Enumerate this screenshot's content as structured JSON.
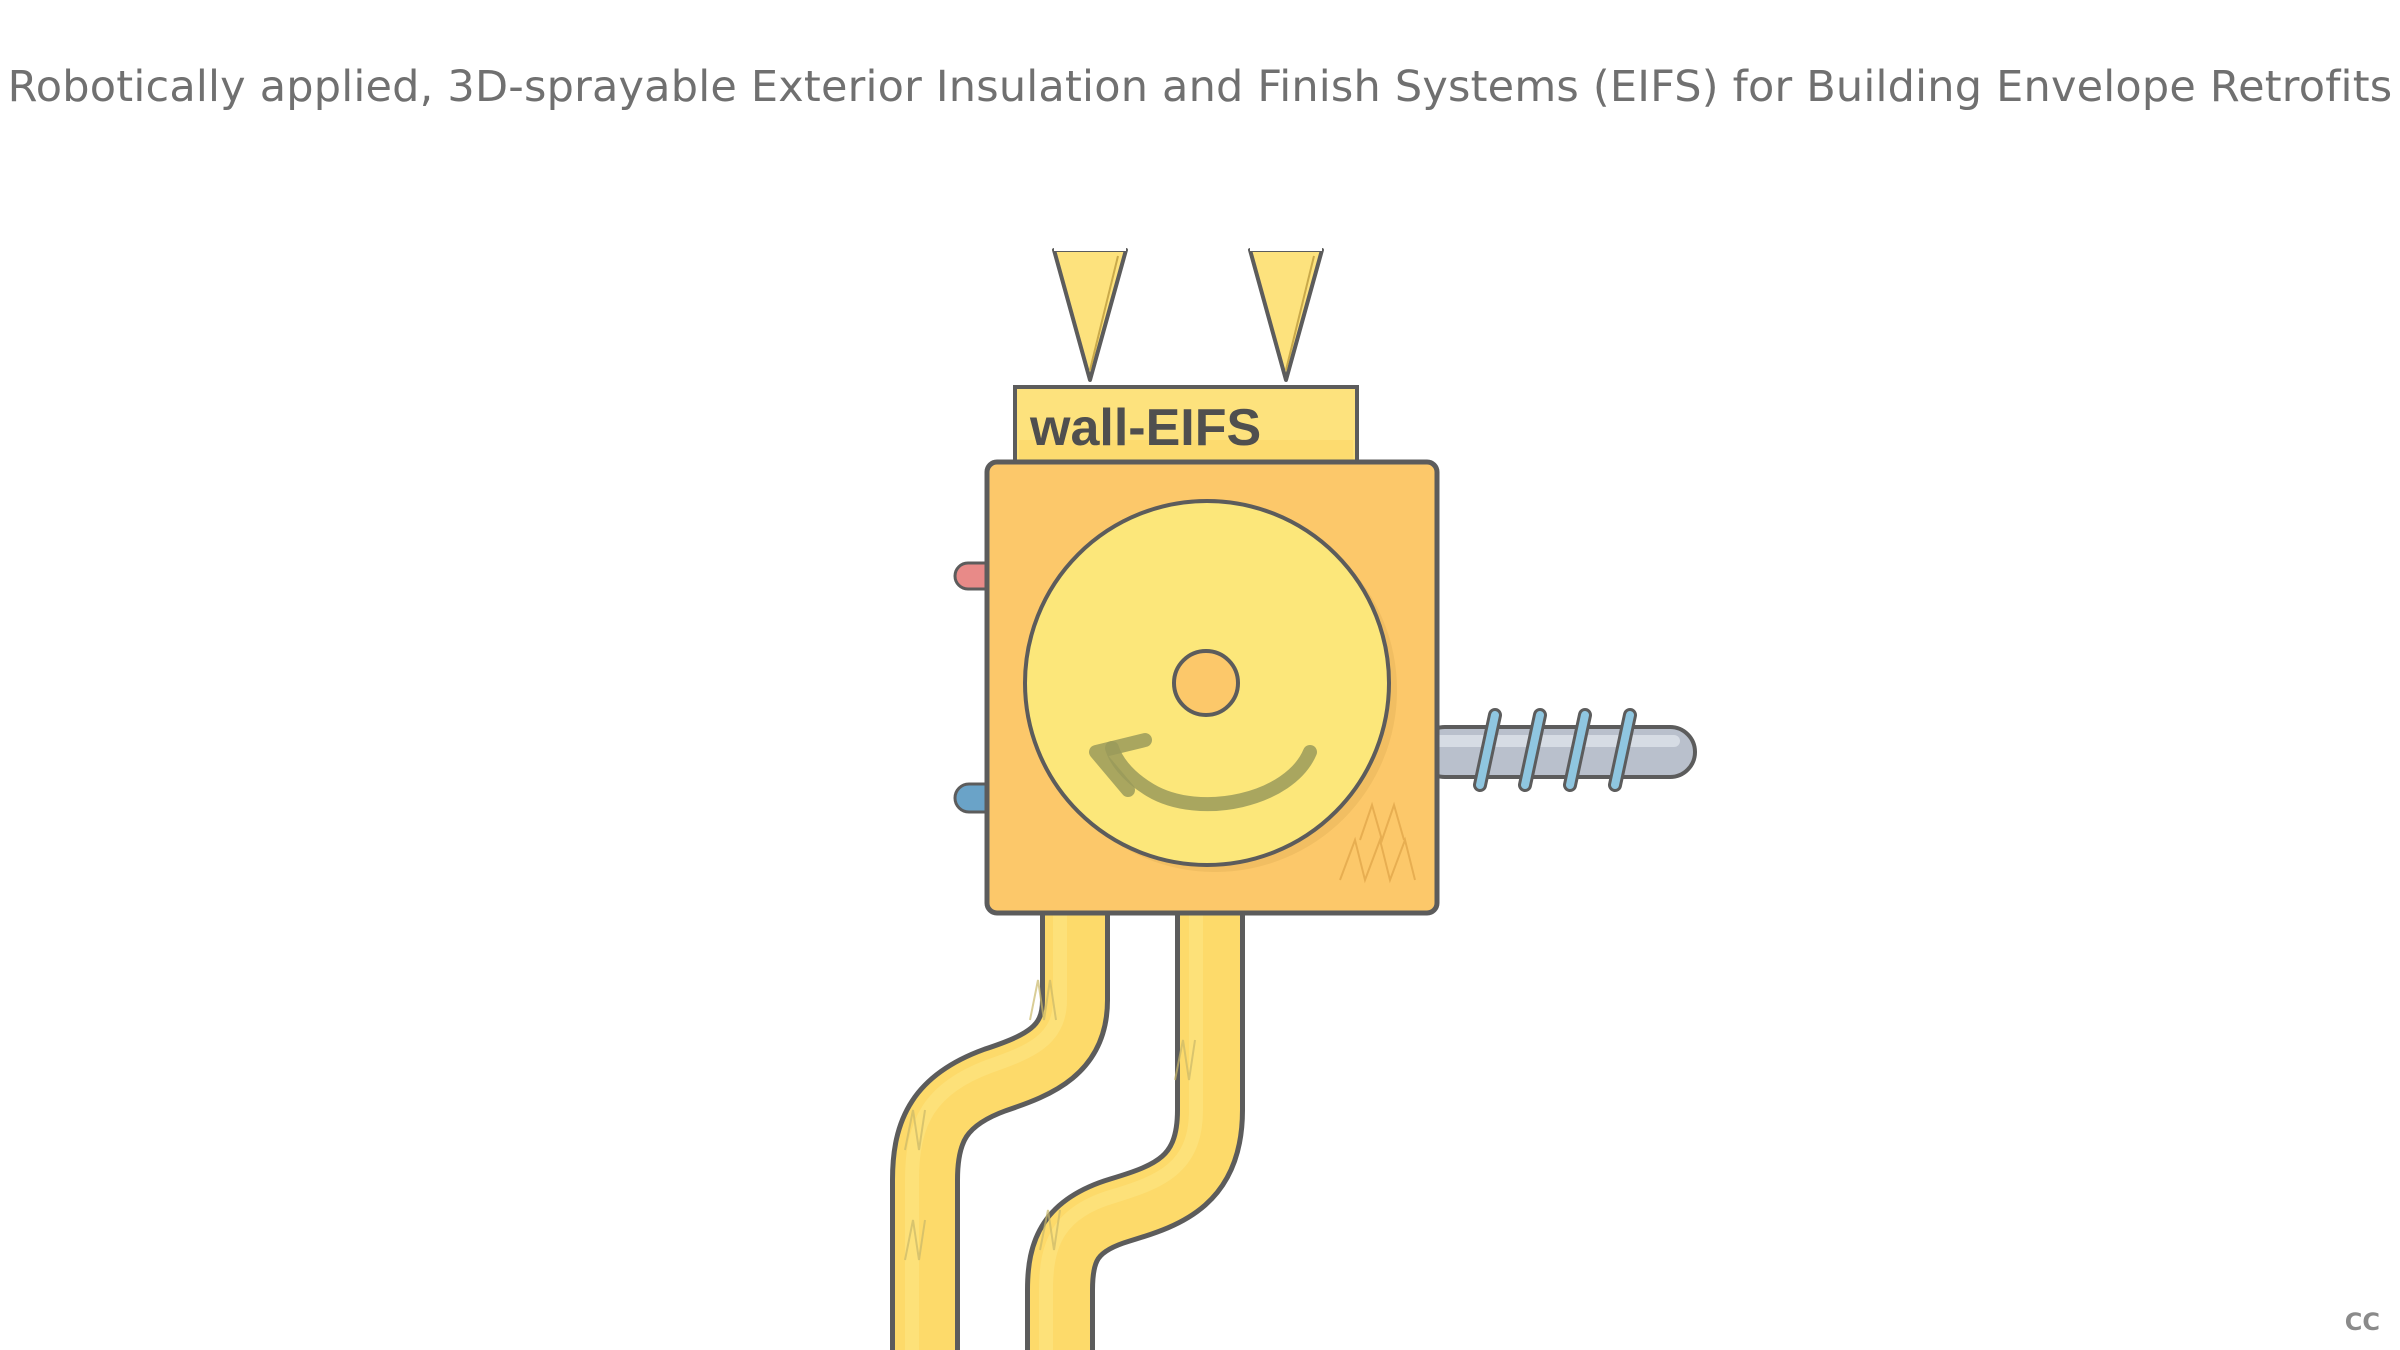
{
  "header": {
    "title": "Robotically applied, 3D-sprayable Exterior Insulation and Finish Systems (EIFS) for Building Envelope Retrofits"
  },
  "device": {
    "label": "wall-EIFS"
  },
  "corner": {
    "cc_label": "CC"
  },
  "colors": {
    "body_orange": "#fcc86a",
    "wheel_yellow": "#fce77a",
    "nozzle_yellow": "#fde27d",
    "hose_yellow": "#fdda6a",
    "outline": "#5c5c5c",
    "red_port": "#e88a88",
    "blue_port": "#6aa3c8",
    "auger_shaft": "#b9c0cc",
    "auger_thread": "#8fc6e0"
  }
}
